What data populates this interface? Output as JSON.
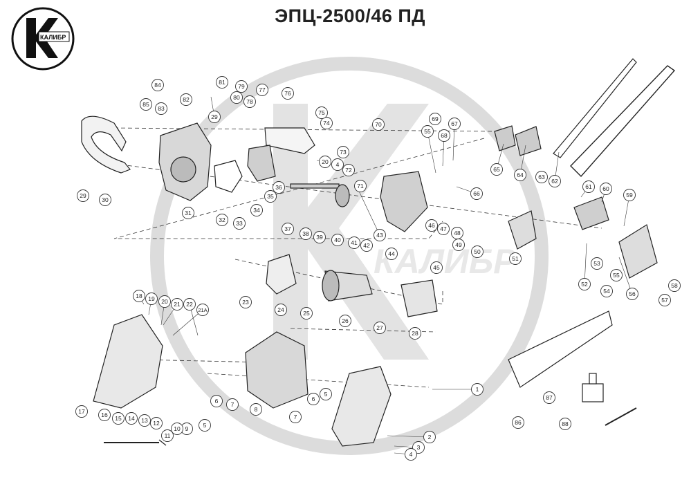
{
  "title": "ЭПЦ-2500/46 ПД",
  "logo": {
    "text": "КАЛИБР",
    "icon": "kalibr-k-logo"
  },
  "watermark": {
    "text": "КАЛИБР"
  },
  "parts": [
    {
      "n": "1"
    },
    {
      "n": "2"
    },
    {
      "n": "3"
    },
    {
      "n": "4"
    },
    {
      "n": "4"
    },
    {
      "n": "5"
    },
    {
      "n": "5"
    },
    {
      "n": "6"
    },
    {
      "n": "6"
    },
    {
      "n": "7"
    },
    {
      "n": "7"
    },
    {
      "n": "8"
    },
    {
      "n": "9"
    },
    {
      "n": "10"
    },
    {
      "n": "11"
    },
    {
      "n": "12"
    },
    {
      "n": "13"
    },
    {
      "n": "14"
    },
    {
      "n": "15"
    },
    {
      "n": "16"
    },
    {
      "n": "17"
    },
    {
      "n": "18"
    },
    {
      "n": "19"
    },
    {
      "n": "20"
    },
    {
      "n": "20"
    },
    {
      "n": "21"
    },
    {
      "n": "21A"
    },
    {
      "n": "22"
    },
    {
      "n": "23"
    },
    {
      "n": "24"
    },
    {
      "n": "25"
    },
    {
      "n": "26"
    },
    {
      "n": "27"
    },
    {
      "n": "28"
    },
    {
      "n": "29"
    },
    {
      "n": "29"
    },
    {
      "n": "30"
    },
    {
      "n": "31"
    },
    {
      "n": "32"
    },
    {
      "n": "33"
    },
    {
      "n": "34"
    },
    {
      "n": "35"
    },
    {
      "n": "36"
    },
    {
      "n": "37"
    },
    {
      "n": "38"
    },
    {
      "n": "39"
    },
    {
      "n": "40"
    },
    {
      "n": "41"
    },
    {
      "n": "42"
    },
    {
      "n": "43"
    },
    {
      "n": "44"
    },
    {
      "n": "45"
    },
    {
      "n": "46"
    },
    {
      "n": "47"
    },
    {
      "n": "48"
    },
    {
      "n": "49"
    },
    {
      "n": "50"
    },
    {
      "n": "51"
    },
    {
      "n": "52"
    },
    {
      "n": "53"
    },
    {
      "n": "54"
    },
    {
      "n": "55"
    },
    {
      "n": "55"
    },
    {
      "n": "56"
    },
    {
      "n": "57"
    },
    {
      "n": "58"
    },
    {
      "n": "59"
    },
    {
      "n": "60"
    },
    {
      "n": "61"
    },
    {
      "n": "62"
    },
    {
      "n": "63"
    },
    {
      "n": "64"
    },
    {
      "n": "65"
    },
    {
      "n": "66"
    },
    {
      "n": "67"
    },
    {
      "n": "68"
    },
    {
      "n": "69"
    },
    {
      "n": "70"
    },
    {
      "n": "71"
    },
    {
      "n": "72"
    },
    {
      "n": "73"
    },
    {
      "n": "74"
    },
    {
      "n": "75"
    },
    {
      "n": "76"
    },
    {
      "n": "77"
    },
    {
      "n": "78"
    },
    {
      "n": "79"
    },
    {
      "n": "80"
    },
    {
      "n": "81"
    },
    {
      "n": "82"
    },
    {
      "n": "83"
    },
    {
      "n": "84"
    },
    {
      "n": "85"
    },
    {
      "n": "86"
    },
    {
      "n": "87"
    },
    {
      "n": "88"
    }
  ],
  "colors": {
    "ink": "#1a1a1a",
    "callout_faint": "#9a9a9a",
    "watermark": "#d7d7d7",
    "ring": "#dcdcdc"
  }
}
